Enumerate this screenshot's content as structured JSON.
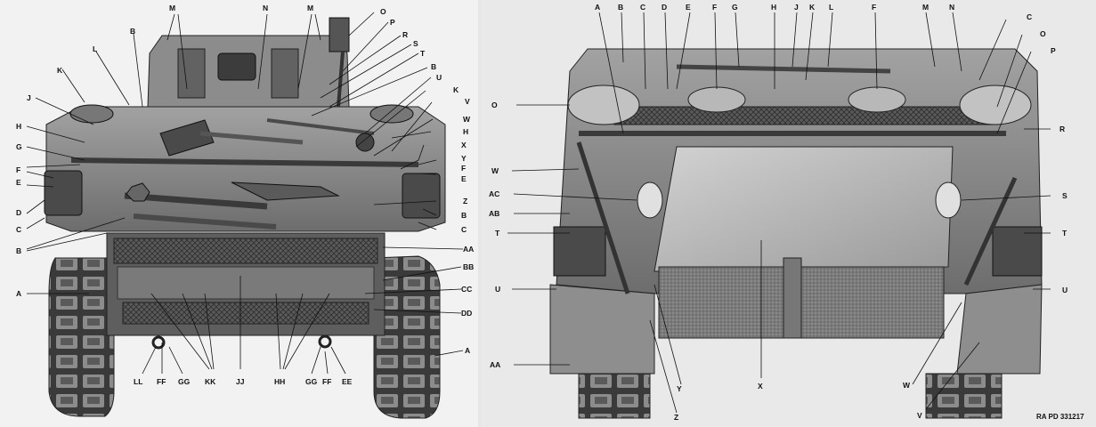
{
  "credit": "RA PD 331217",
  "left_labels": {
    "M": "M",
    "N": "N",
    "O": "O",
    "P": "P",
    "R": "R",
    "S": "S",
    "T": "T",
    "B": "B",
    "K": "K",
    "L": "L",
    "J": "J",
    "H": "H",
    "G": "G",
    "F": "F",
    "E": "E",
    "D": "D",
    "C": "C",
    "U": "U",
    "V": "V",
    "W": "W",
    "X": "X",
    "Y": "Y",
    "Z": "Z",
    "AA": "AA",
    "BB": "BB",
    "CC": "CC",
    "DD": "DD",
    "A": "A",
    "LL": "LL",
    "FF": "FF",
    "GG": "GG",
    "KK": "KK",
    "JJ": "JJ",
    "HH": "HH",
    "EE": "EE"
  },
  "right_labels": {
    "A": "A",
    "B": "B",
    "C": "C",
    "D": "D",
    "E": "E",
    "F": "F",
    "G": "G",
    "H": "H",
    "J": "J",
    "K": "K",
    "L": "L",
    "M": "M",
    "N": "N",
    "O": "O",
    "P": "P",
    "R": "R",
    "S": "S",
    "T": "T",
    "U": "U",
    "V": "V",
    "W": "W",
    "X": "X",
    "Y": "Y",
    "Z": "Z",
    "AA": "AA",
    "AB": "AB",
    "AC": "AC"
  },
  "colors": {
    "hull": "#7d7d7d",
    "hull_dark": "#4a4a4a",
    "hull_light": "#b3b3b3",
    "track": "#3a3a3a"
  }
}
